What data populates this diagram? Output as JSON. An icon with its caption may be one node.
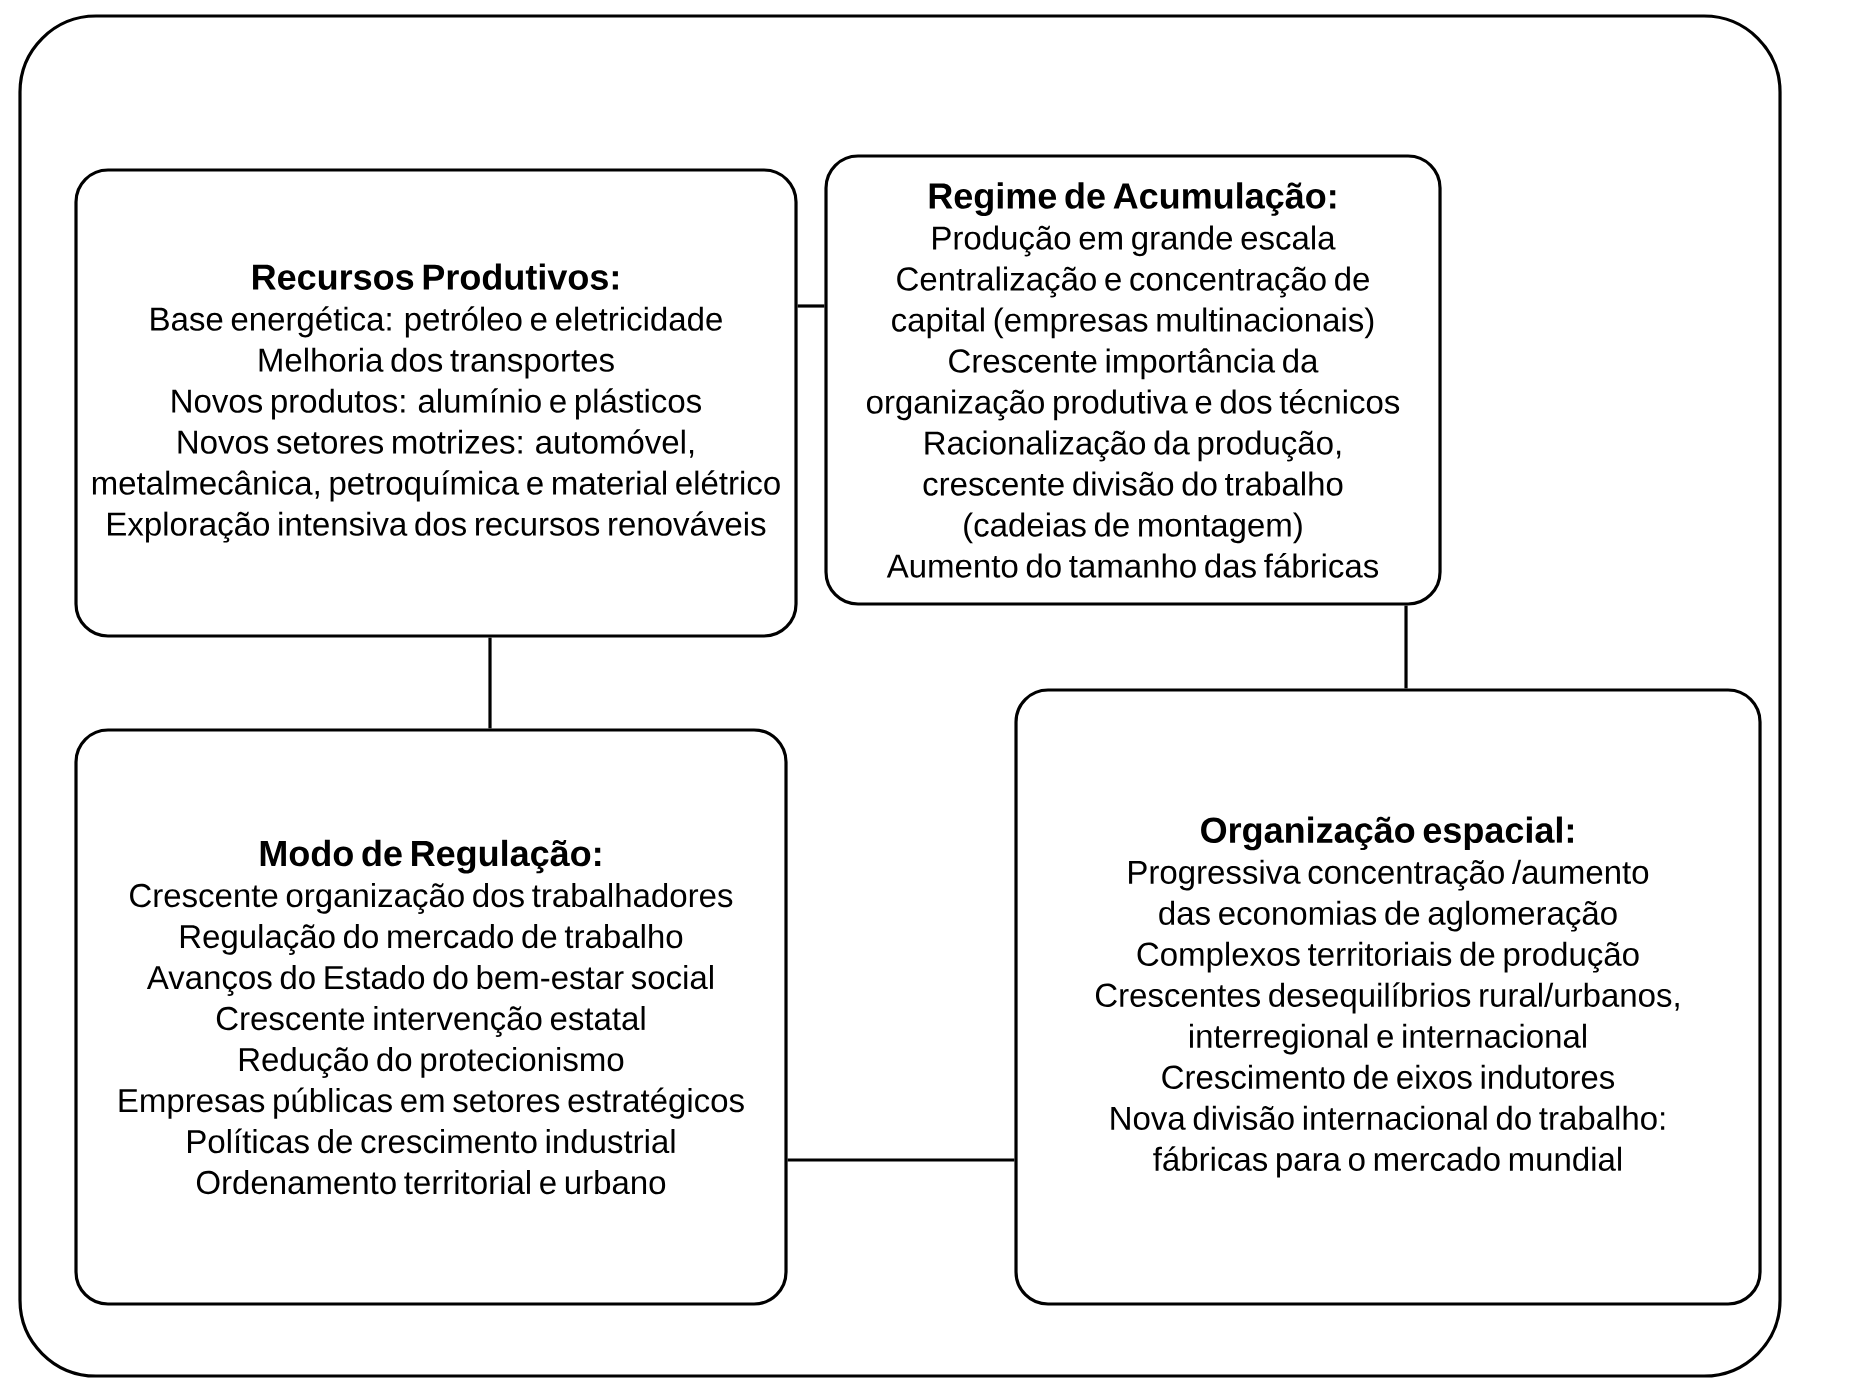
{
  "diagram": {
    "nodes": [
      {
        "text": [],
        "shape": "box"
      },
      {
        "text": [
          "Recursos Produtivos:",
          "Base energética: petróleo e eletricidade",
          "Melhoria dos transportes",
          "Novos produtos: alumínio e plásticos",
          "Novos setores motrizes: automóvel, metalmecânica, petroquímica e material elétrico",
          "Exploração intensiva dos recursos renováveis"
        ],
        "in": 0
      },
      {
        "text": [
          "Regime de Acumulação:",
          "Produção em grande escala",
          "Centralização e concentração de capital (empresas multinacionais)",
          "Crescente importância da organização produtiva e dos técnicos",
          "Racionalização da produção, crescente divisão do trabalho (cadeias de montagem)",
          "Aumento do tamanho das fábricas"
        ],
        "in": 0
      },
      {
        "text": [
          "Modo de Regulação:",
          "Crescente organização dos trabalhadores",
          "Regulação do mercado de trabalho",
          "Avanços do Estado do bem-estar social",
          "Crescente intervenção estatal",
          "Redução do protecionismo",
          "Empresas públicas em setores estratégicos",
          "Políticas de crescimento industrial",
          "Ordenamento territorial e urbano"
        ],
        "in": 0
      },
      {
        "text": [
          "Organização espacial:",
          "Progressiva concentração /aumento das economias de aglomeração",
          "Complexos territoriais de produção",
          "Crescentes desequilíbrios rural/urbanos, interregional e internacional",
          "Crescimento de eixos indutores",
          "Nova divisão internacional do trabalho: fábricas para o mercado mundial"
        ],
        "in": 0
      }
    ],
    "edges": [
      {
        "from": 1,
        "to": 2,
        "arrow": "none"
      },
      {
        "from": 1,
        "to": 3,
        "arrow": "none"
      },
      {
        "from": 2,
        "to": 4,
        "arrow": "none"
      },
      {
        "from": 3,
        "to": 4,
        "arrow": "none"
      }
    ]
  }
}
